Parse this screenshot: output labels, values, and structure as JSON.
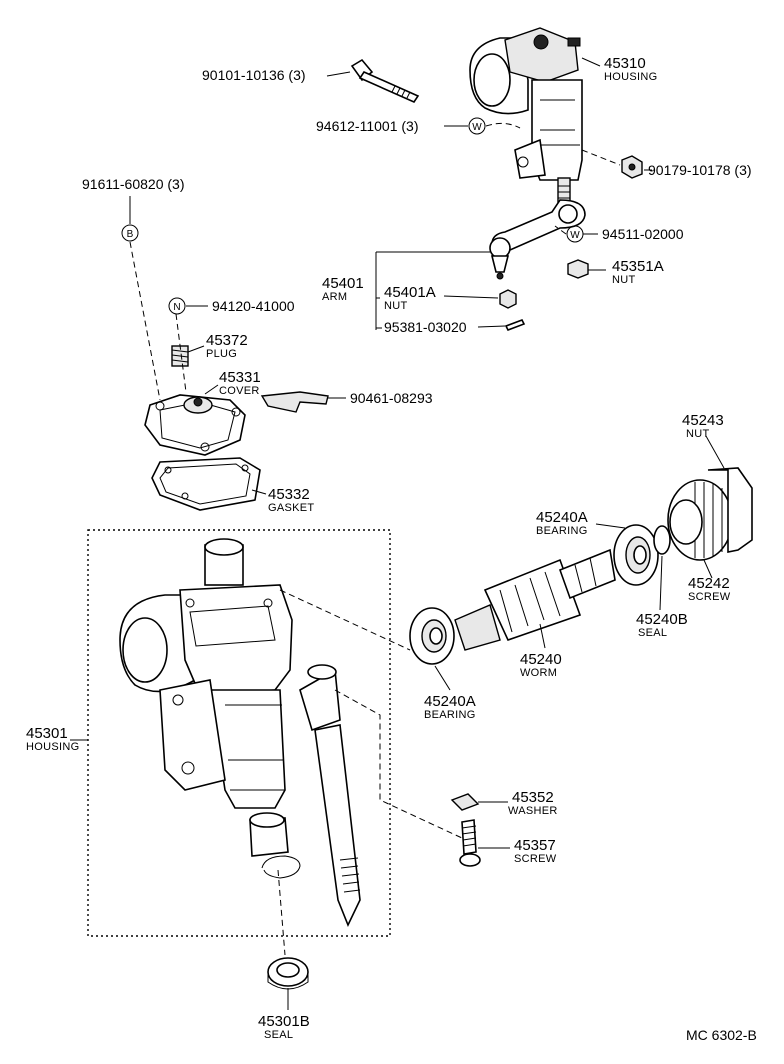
{
  "labels": {
    "p45310": {
      "num": "45310",
      "name": "HOUSING"
    },
    "p90101": {
      "num": "90101-10136 (3)"
    },
    "p94612": {
      "num": "94612-11001 (3)",
      "sym": "W"
    },
    "p90179": {
      "num": "90179-10178 (3)"
    },
    "p91611": {
      "num": "91611-60820 (3)",
      "sym": "B"
    },
    "p94511": {
      "num": "94511-02000",
      "sym": "W"
    },
    "p45401": {
      "num": "45401",
      "name": "ARM"
    },
    "p45401A": {
      "num": "45401A",
      "name": "NUT"
    },
    "p45351A": {
      "num": "45351A",
      "name": "NUT"
    },
    "p95381": {
      "num": "95381-03020"
    },
    "p94120": {
      "num": "94120-41000",
      "sym": "N"
    },
    "p45372": {
      "num": "45372",
      "name": "PLUG"
    },
    "p45331": {
      "num": "45331",
      "name": "COVER"
    },
    "p90461": {
      "num": "90461-08293"
    },
    "p45332": {
      "num": "45332",
      "name": "GASKET"
    },
    "p45243": {
      "num": "45243",
      "name": "NUT"
    },
    "p45240A_top": {
      "num": "45240A",
      "name": "BEARING"
    },
    "p45242": {
      "num": "45242",
      "name": "SCREW"
    },
    "p45240B": {
      "num": "45240B",
      "name": "SEAL"
    },
    "p45240": {
      "num": "45240",
      "name": "WORM"
    },
    "p45240A_bot": {
      "num": "45240A",
      "name": "BEARING"
    },
    "p45301": {
      "num": "45301",
      "name": "HOUSING"
    },
    "p45352": {
      "num": "45352",
      "name": "WASHER"
    },
    "p45357": {
      "num": "45357",
      "name": "SCREW"
    },
    "p45301B": {
      "num": "45301B",
      "name": "SEAL"
    }
  },
  "footer": {
    "code": "MC 6302-B"
  }
}
